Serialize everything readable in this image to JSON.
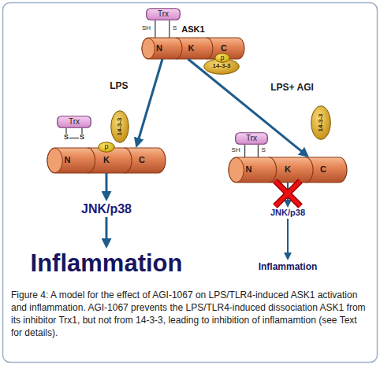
{
  "diagram": {
    "caption": "Figure 4: A model for the effect of AGI-1067 on LPS/TLR4-induced ASK1 activation and inflammation. AGI-1067 prevents the LPS/TLR4-induced dissociation ASK1 from its inhibitor Trx1, but not from 14-3-3, leading to inhibition of inflamamtion (see Text for details).",
    "nodes": [
      {
        "text": [
          "Trx"
        ]
      },
      {
        "text": [
          "ASK1",
          "N",
          "K",
          "C"
        ]
      },
      {
        "text": [
          "14-3-3"
        ]
      },
      {
        "text": [
          "p"
        ]
      },
      {
        "text": [
          "Trx"
        ]
      },
      {
        "text": [
          "14-3-3"
        ]
      },
      {
        "text": [
          "N",
          "K",
          "C"
        ]
      },
      {
        "text": [
          "p"
        ],
        "in": 6
      },
      {
        "text": [
          "JNK/p38"
        ]
      },
      {
        "text": [
          "Inflammation"
        ]
      },
      {
        "text": [
          "14-3-3"
        ]
      },
      {
        "text": [
          "Trx"
        ]
      },
      {
        "text": [
          "N",
          "K",
          "C"
        ]
      },
      {
        "text": [
          "JNK/p38"
        ]
      },
      {
        "text": [
          "Inflammation"
        ]
      }
    ],
    "edges": [
      {
        "from": 0,
        "to": 1,
        "label": "SH",
        "arrow": "none"
      },
      {
        "from": 0,
        "to": 1,
        "label": "S",
        "arrow": "none"
      },
      {
        "from": 1,
        "to": 6,
        "label": "LPS",
        "arrow": "to"
      },
      {
        "from": 1,
        "to": 12,
        "label": "LPS+ AGI",
        "arrow": "to"
      },
      {
        "from": 6,
        "to": 8,
        "arrow": "to"
      },
      {
        "from": 8,
        "to": 9,
        "arrow": "to"
      },
      {
        "from": 11,
        "to": 12,
        "label": "SH",
        "arrow": "none"
      },
      {
        "from": 11,
        "to": 12,
        "label": "S",
        "arrow": "none"
      },
      {
        "from": 12,
        "to": 13,
        "arrow": "to"
      },
      {
        "from": 13,
        "to": 14,
        "arrow": "to"
      }
    ],
    "labels": [
      "S",
      "S"
    ]
  }
}
